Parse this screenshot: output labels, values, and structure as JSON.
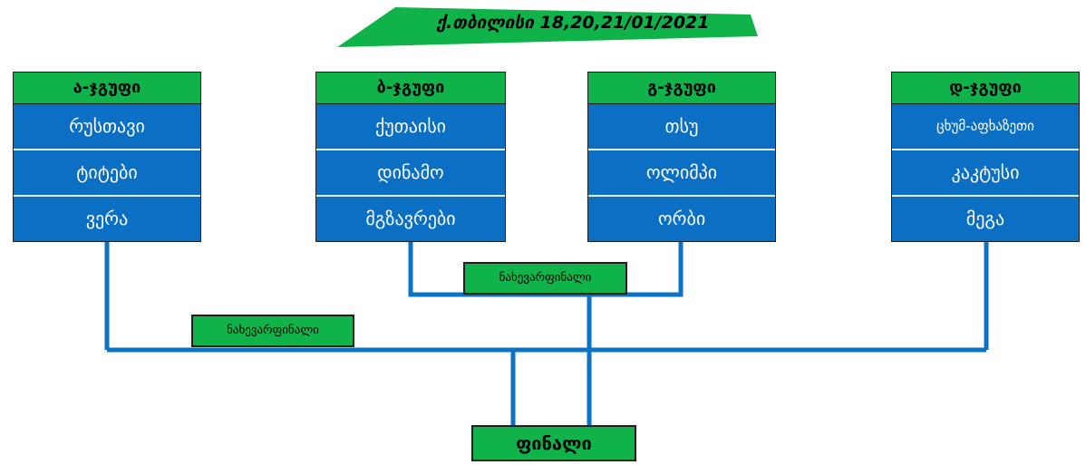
{
  "banner": {
    "text": "ქ.თბილისი  18,20,21/01/2021"
  },
  "groups": [
    {
      "title": "ა-ჯგუფი",
      "teams": [
        "რუსთავი",
        "ტიტები",
        "ვერა"
      ]
    },
    {
      "title": "ბ-ჯგუფი",
      "teams": [
        "ქუთაისი",
        "დინამო",
        "მგზავრები"
      ]
    },
    {
      "title": "გ-ჯგუფი",
      "teams": [
        "თსუ",
        "ოლიმპი",
        "ორბი"
      ]
    },
    {
      "title": "დ-ჯგუფი",
      "teams": [
        "ცხუმ-აფხაზეთი",
        "კაკტუსი",
        "მეგა"
      ]
    }
  ],
  "stages": {
    "semifinal_left": "ნახევარფინალი",
    "semifinal_middle": "ნახევარფინალი",
    "final": "ფინალი"
  },
  "colors": {
    "header_green": "#10b24a",
    "team_blue": "#0b6fc4",
    "line_blue": "#0b72c4"
  }
}
